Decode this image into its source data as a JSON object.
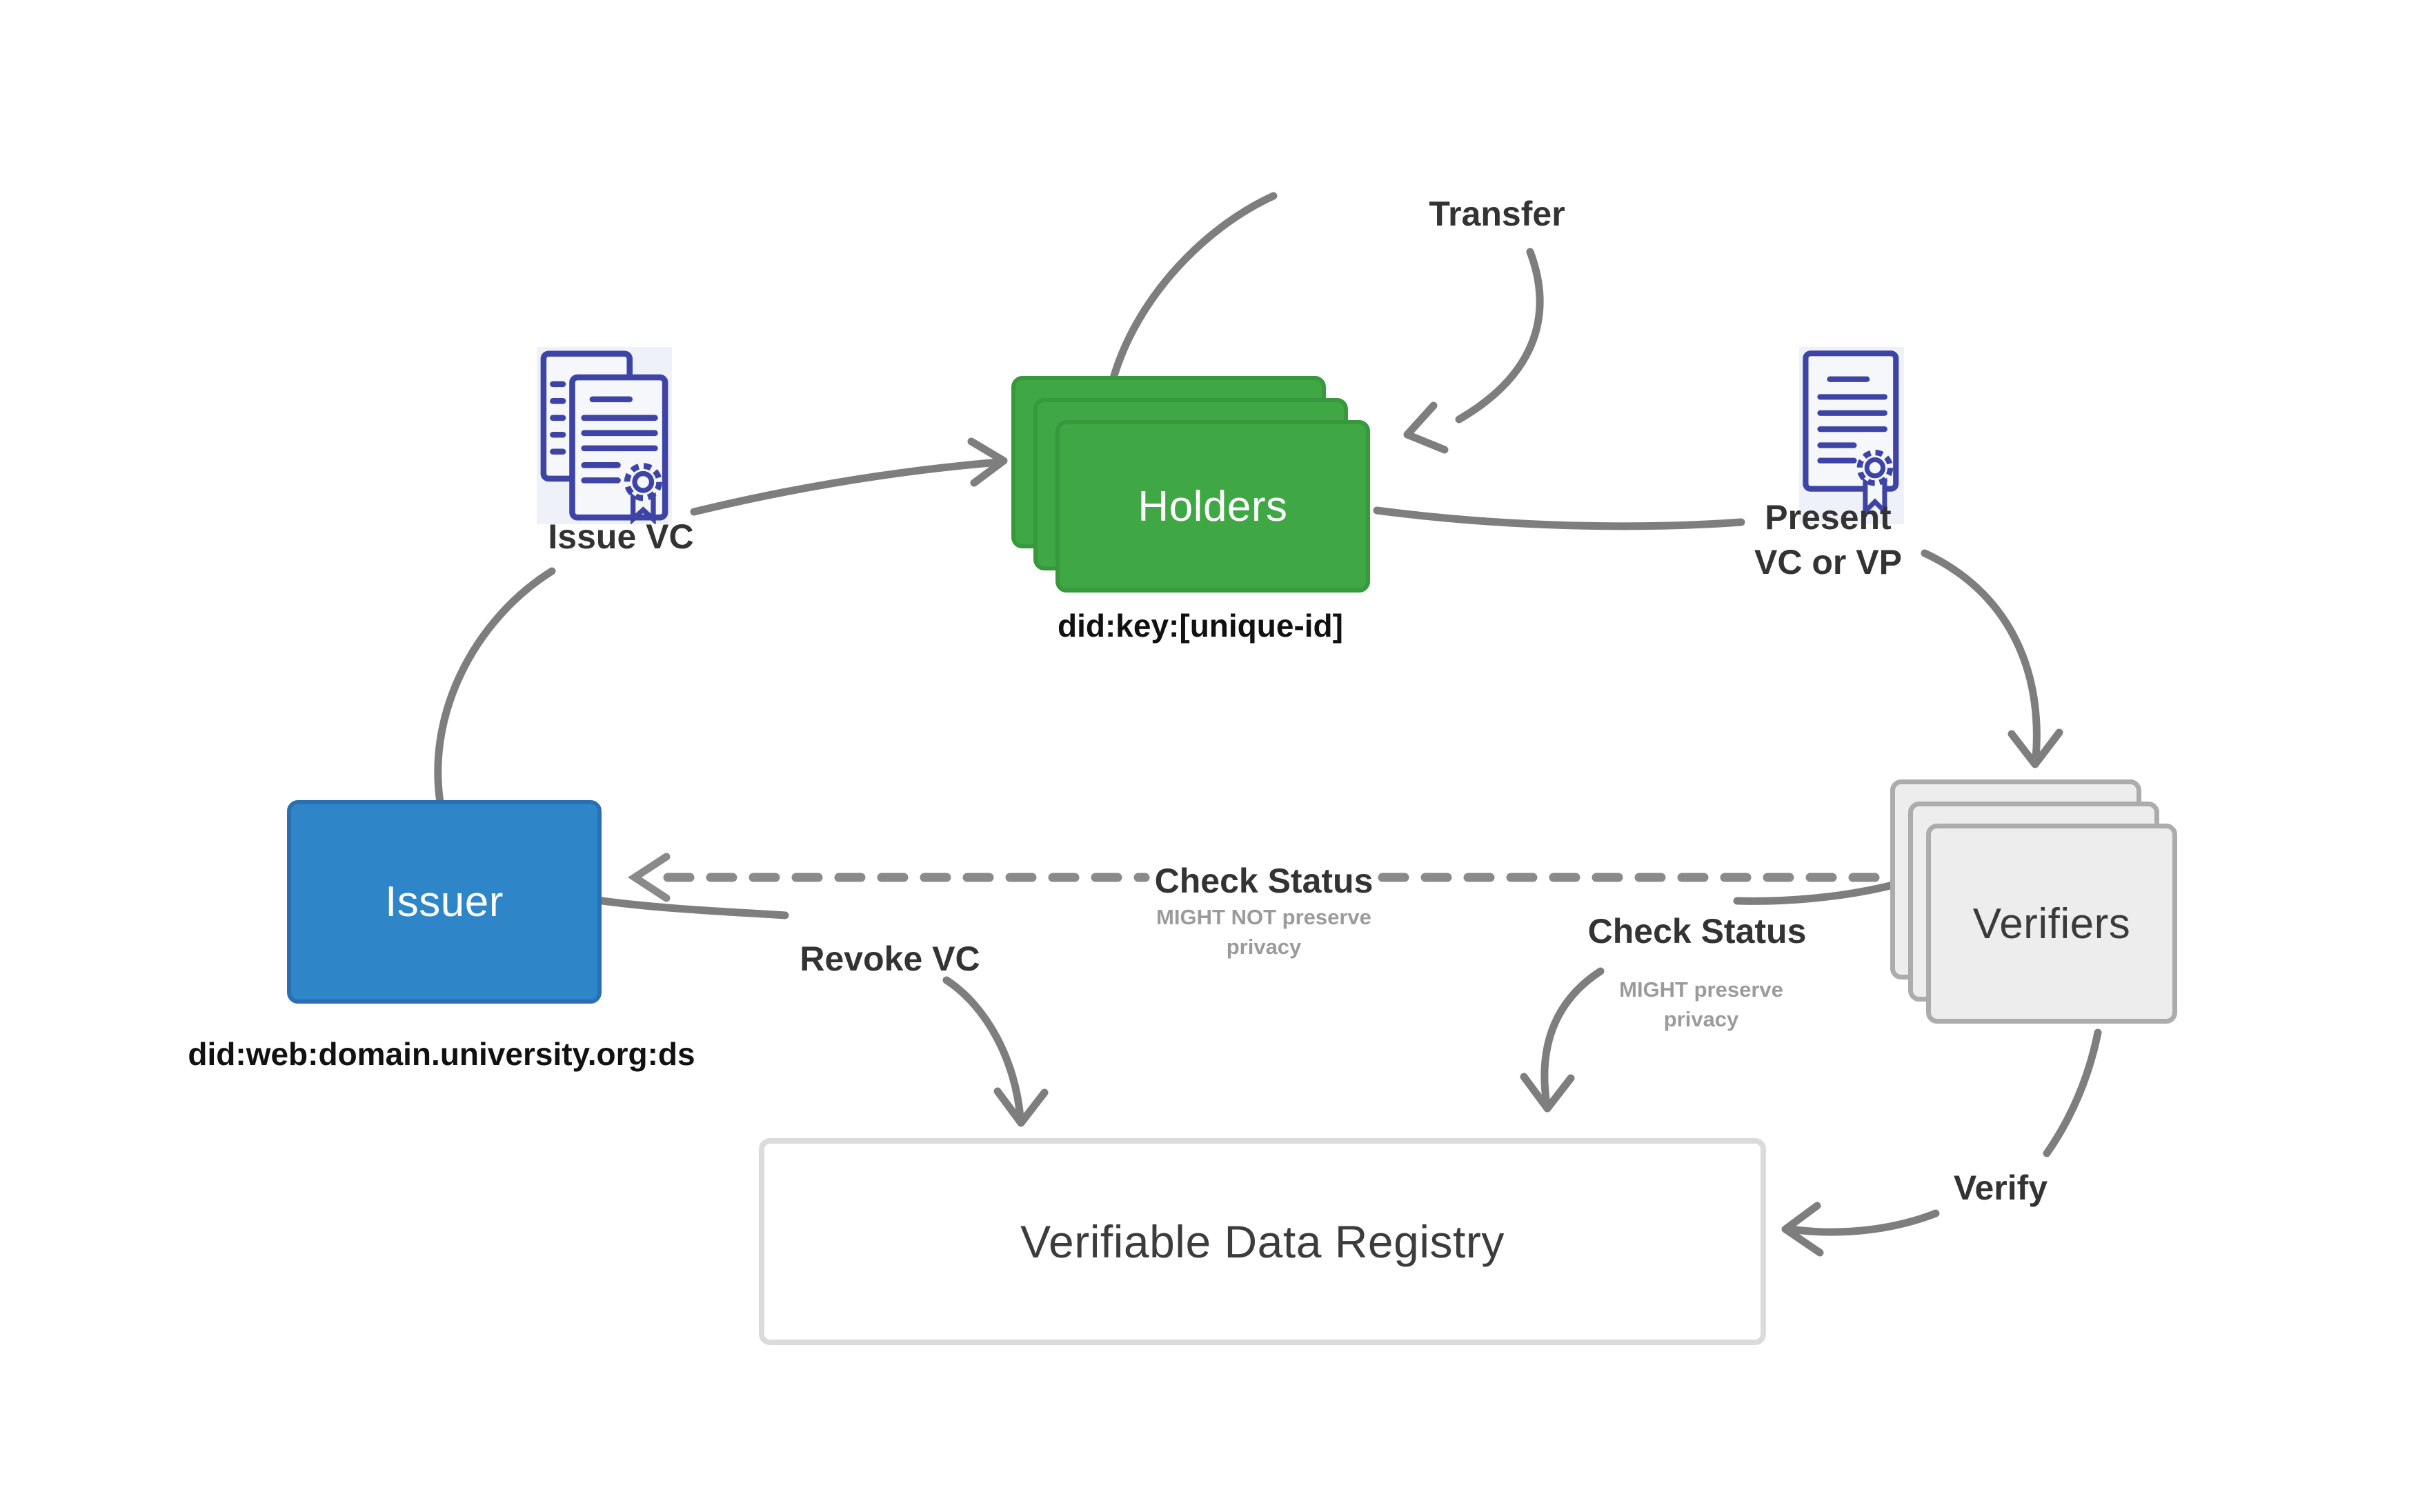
{
  "diagram": {
    "title_hint": "Verifiable Credentials ecosystem diagram",
    "nodes": {
      "holders": {
        "label": "Holders",
        "did": "did:key:[unique-id]",
        "fill": "#3FA845",
        "border": "#37983D"
      },
      "issuer": {
        "label": "Issuer",
        "did": "did:web:domain.university.org:ds",
        "fill": "#2E86C9",
        "border": "#2B6FB3"
      },
      "verifiers": {
        "label": "Verifiers",
        "fill": "#EDEDED",
        "border": "#ACACAC"
      },
      "registry": {
        "label": "Verifiable Data Registry",
        "fill": "#FFFFFF",
        "border": "#DBDBDB"
      }
    },
    "edges": {
      "issue_vc": {
        "label": "Issue VC"
      },
      "transfer": {
        "label": "Transfer"
      },
      "present": {
        "label_line1": "Present",
        "label_line2": "VC or VP"
      },
      "check_status_mid": {
        "label": "Check Status",
        "note_line1": "MIGHT NOT preserve",
        "note_line2": "privacy",
        "style": "dashed"
      },
      "check_status_right": {
        "label": "Check Status",
        "note_line1": "MIGHT preserve",
        "note_line2": "privacy"
      },
      "revoke_vc": {
        "label": "Revoke VC"
      },
      "verify": {
        "label": "Verify"
      }
    },
    "icons": {
      "issue_certificate": "certificate-documents-icon",
      "present_certificate": "certificate-document-icon"
    },
    "colors": {
      "arrow": "#7E7E7E",
      "dashed_line": "#8A8A8A",
      "label_text": "#333333",
      "note_text": "#9B9B9B",
      "icon_stroke": "#3E44A6",
      "icon_paper": "#EFF1F8",
      "background": "#FFFFFF"
    }
  }
}
